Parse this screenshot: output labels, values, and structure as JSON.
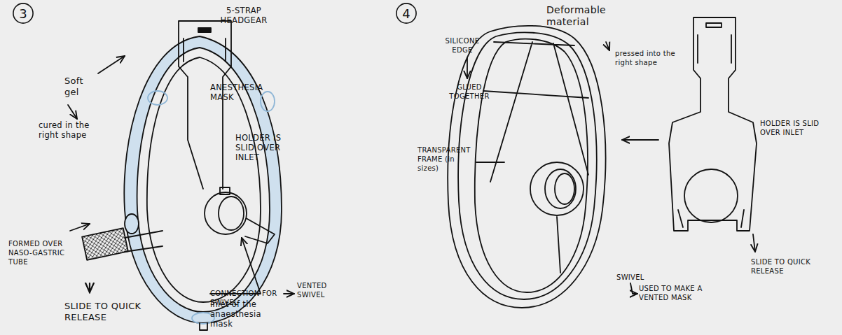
{
  "diagram": {
    "nodes": [
      {
        "text": [
          "3"
        ]
      },
      {
        "text": [
          "4"
        ]
      }
    ],
    "labels": [
      "5-STRAP HEADGEAR",
      "Soft gel",
      "cured in the right shape",
      "ANESTHESIA MASK",
      "HOLDER IS SLID OVER INLET",
      "FORMED OVER NASO-GASTRIC TUBE",
      "CONNECTION FOR SWIVEL",
      "VENTED SWIVEL",
      "SLIDE TO QUICK RELEASE",
      "inlet of the anaesthesia mask",
      "Deformable material",
      "SILICONE EDGE",
      "GLUED TOGETHER",
      "pressed into the right shape",
      "TRANSPARENT FRAME (in sizes)",
      "HOLDER IS SLID OVER INLET",
      "SWIVEL",
      "USED TO MAKE A VENTED MASK",
      "SLIDE TO QUICK RELEASE"
    ]
  }
}
